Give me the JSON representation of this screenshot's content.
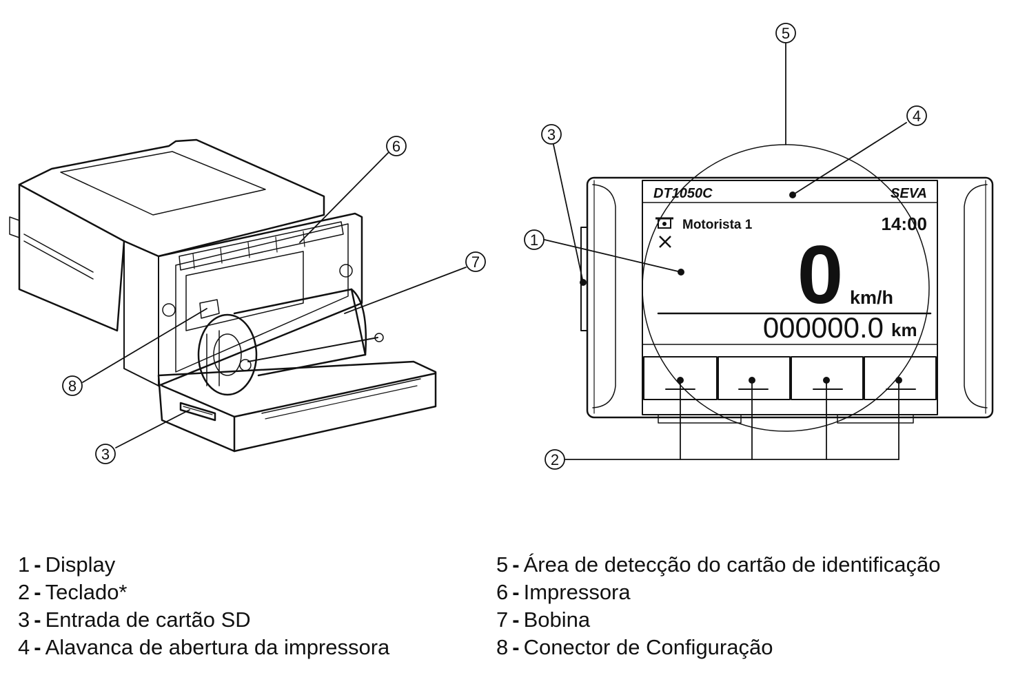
{
  "callouts": [
    "1",
    "2",
    "3",
    "3",
    "4",
    "5",
    "6",
    "7",
    "8"
  ],
  "device": {
    "model": "DT1050C",
    "brand": "SEVA",
    "driver": "Motorista 1",
    "time": "14:00",
    "speed": "0",
    "speed_unit": "km/h",
    "odometer": "000000.0",
    "odometer_unit": "km"
  },
  "legend": {
    "left": [
      {
        "num": "1",
        "label": "Display"
      },
      {
        "num": "2",
        "label": "Teclado*"
      },
      {
        "num": "3",
        "label": "Entrada de cartão SD"
      },
      {
        "num": "4",
        "label": "Alavanca de abertura da impressora"
      }
    ],
    "right": [
      {
        "num": "5",
        "label": "Área de detecção do cartão de identificação"
      },
      {
        "num": "6",
        "label": "Impressora"
      },
      {
        "num": "7",
        "label": "Bobina"
      },
      {
        "num": "8",
        "label": "Conector de Configuração"
      }
    ]
  }
}
